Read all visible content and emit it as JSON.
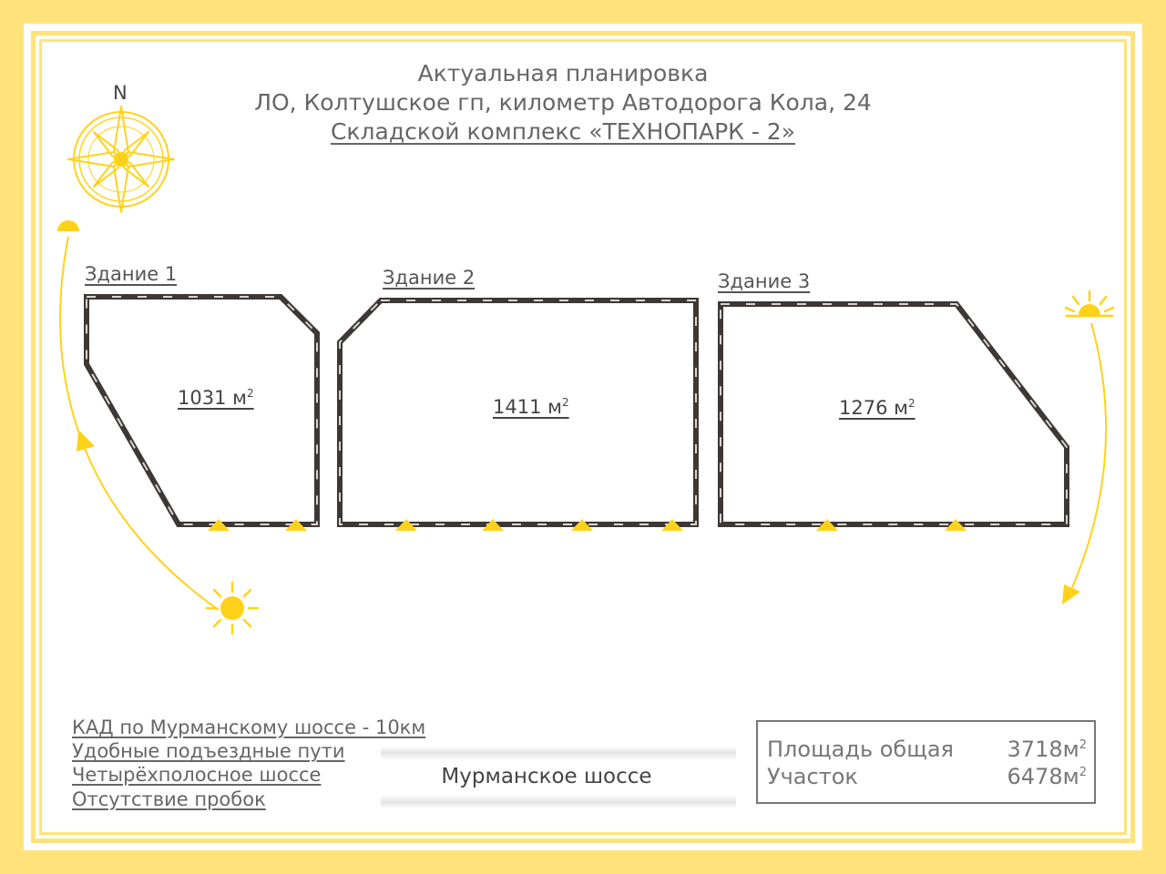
{
  "colors": {
    "frame": "#ffe37a",
    "sun": "#ffd21a",
    "outline": "#3d3836",
    "door": "#ffd21a"
  },
  "header": {
    "line1": "Актуальная планировка",
    "line2": "ЛО, Колтушское гп, километр Автодорога Кола, 24",
    "line3": "Складской комплекс «ТЕХНОПАРК - 2»"
  },
  "compass": {
    "north_label": "N",
    "icon": "compass-rose-icon"
  },
  "buildings": [
    {
      "label": "Здание 1",
      "area_value": "1031 м",
      "area_sup": "2",
      "doors": 2
    },
    {
      "label": "Здание 2",
      "area_value": "1411 м",
      "area_sup": "2",
      "doors": 4
    },
    {
      "label": "Здание 3",
      "area_value": "1276 м",
      "area_sup": "2",
      "doors": 2
    }
  ],
  "features": [
    "КАД по Мурманскому шоссе - 10км",
    "Удобные подъездные пути",
    "Четырёхполосное шоссе",
    "Отсутствие пробок"
  ],
  "road": {
    "label": "Мурманское шоссе"
  },
  "summary": {
    "total_label": "Площадь общая",
    "total_value": "3718м",
    "total_sup": "2",
    "plot_label": "Участок",
    "plot_value": "6478м",
    "plot_sup": "2"
  },
  "icons": {
    "sunrise": "sunrise-icon",
    "sunset": "sunset-icon",
    "sun": "sun-icon",
    "arrow": "arrow-icon"
  }
}
